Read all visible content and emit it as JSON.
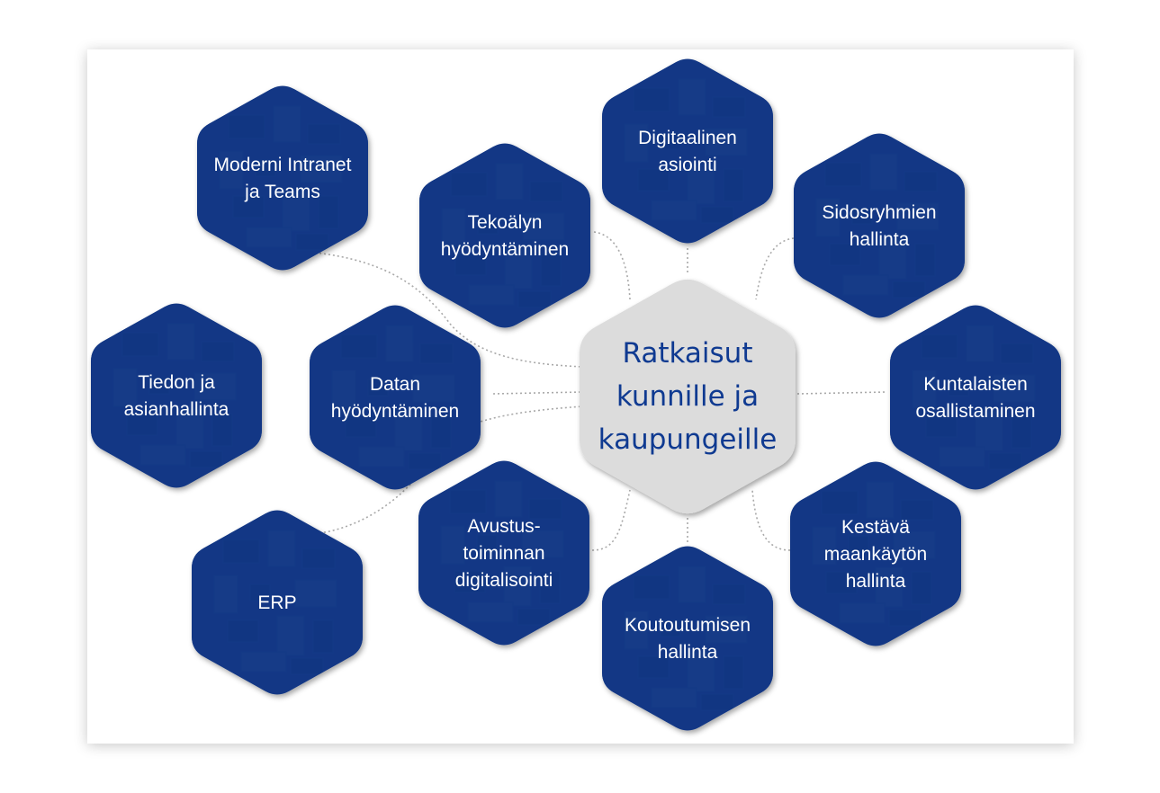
{
  "center": {
    "lines": [
      "Ratkaisut",
      "kunnille ja",
      "kaupungeille"
    ]
  },
  "nodes": [
    {
      "id": "moderni-intranet",
      "lines": [
        "Moderni Intranet",
        "ja Teams"
      ]
    },
    {
      "id": "tekoaly",
      "lines": [
        "Tekoälyn",
        "hyödyntäminen"
      ]
    },
    {
      "id": "digitaalinen-asiointi",
      "lines": [
        "Digitaalinen",
        "asiointi"
      ]
    },
    {
      "id": "sidosryhmat",
      "lines": [
        "Sidosryhmien",
        "hallinta"
      ]
    },
    {
      "id": "tiedon-asianhallinta",
      "lines": [
        "Tiedon ja",
        "asianhallinta"
      ]
    },
    {
      "id": "datan-hyodyntaminen",
      "lines": [
        "Datan",
        "hyödyntäminen"
      ]
    },
    {
      "id": "kuntalaisten-osallistaminen",
      "lines": [
        "Kuntalaisten",
        "osallistaminen"
      ]
    },
    {
      "id": "erp",
      "lines": [
        "ERP"
      ]
    },
    {
      "id": "avustustoiminta",
      "lines": [
        "Avustus-",
        "toiminnan",
        "digitalisointi"
      ]
    },
    {
      "id": "kestava-maankaytto",
      "lines": [
        "Kestävä",
        "maankäytön",
        "hallinta"
      ]
    },
    {
      "id": "koulutus",
      "lines": [
        "Koutoutumisen",
        "hallinta"
      ]
    }
  ],
  "colors": {
    "hex_fill": "#123885",
    "hex_texture": "#24498f",
    "center_fill": "#dcdcdc",
    "center_text": "#0f3a91",
    "connector": "#a9a9a9"
  }
}
